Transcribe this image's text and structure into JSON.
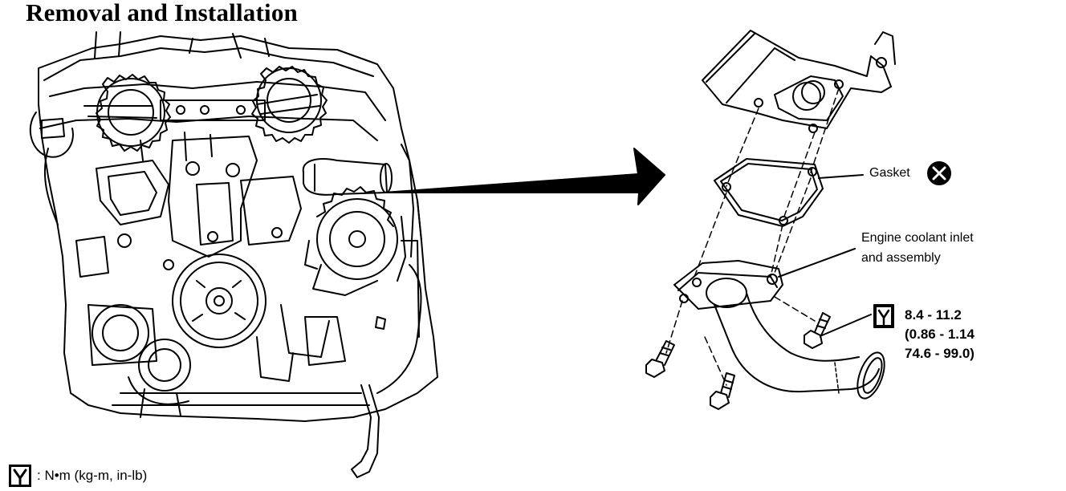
{
  "title": "Removal and Installation",
  "labels": {
    "gasket": "Gasket",
    "coolant_inlet_line1": "Engine coolant inlet",
    "coolant_inlet_line2": "and assembly"
  },
  "torque_spec": {
    "line1": "8.4 - 11.2",
    "line2": "(0.86 - 1.14",
    "line3": "74.6 - 99.0)"
  },
  "legend": {
    "units": ": N•m  (kg-m,  in-lb)"
  },
  "icons": {
    "torque_symbol": "torque-wrench-icon",
    "do_not_reuse_symbol": "replace-part-icon"
  },
  "colors": {
    "line": "#000000",
    "background": "#ffffff"
  }
}
